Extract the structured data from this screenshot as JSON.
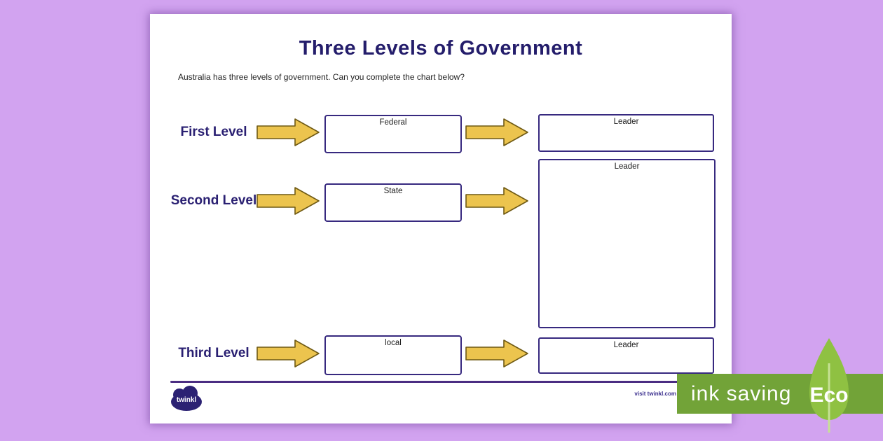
{
  "page": {
    "title": "Three Levels of Government",
    "instruction": "Australia has three levels of government. Can you complete the chart below?"
  },
  "chart": {
    "rows": [
      {
        "label": "First Level",
        "level": "Federal",
        "leader": "Leader"
      },
      {
        "label": "Second Level",
        "level": "State",
        "leader": "Leader"
      },
      {
        "label": "Third Level",
        "level": "local",
        "leader": "Leader"
      }
    ]
  },
  "footer": {
    "logo_text": "twinkl",
    "website": "visit twinkl.com"
  },
  "eco_banner": {
    "ink_saving_label": "ink saving",
    "eco_label": "Eco"
  },
  "colors": {
    "background_lilac": "#d2a3f0",
    "heading_indigo": "#241d6b",
    "box_border": "#37297f",
    "arrow_fill": "#ecc44e",
    "arrow_outline": "#6f5a14",
    "footer_line": "#4b2d82",
    "banner_green": "#72a338",
    "leaf_green": "#8fc142"
  }
}
